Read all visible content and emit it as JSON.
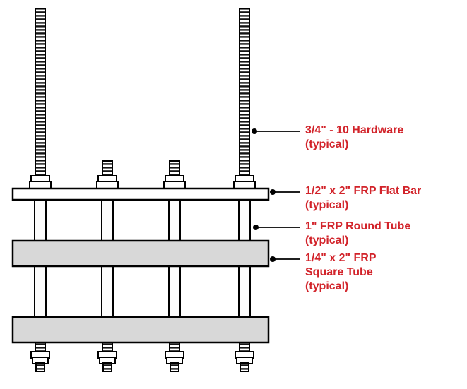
{
  "colors": {
    "label_red": "#d2232a",
    "square_tube_fill": "#d8d8d8",
    "round_tube_fill": "#fcfcfc",
    "flat_bar_fill": "#ffffff",
    "outline_black": "#000000",
    "background": "#ffffff"
  },
  "labels": {
    "hardware": {
      "line1": "3/4\" - 10 Hardware",
      "line2": "(typical)"
    },
    "flat_bar": {
      "line1": "1/2\" x 2\" FRP Flat Bar",
      "line2": "(typical)"
    },
    "round_tube": {
      "line1": "1\" FRP Round Tube",
      "line2": "(typical)"
    },
    "square_tube": {
      "line1": "1/4\" x 2\" FRP",
      "line2": "Square Tube",
      "line3": "(typical)"
    }
  }
}
